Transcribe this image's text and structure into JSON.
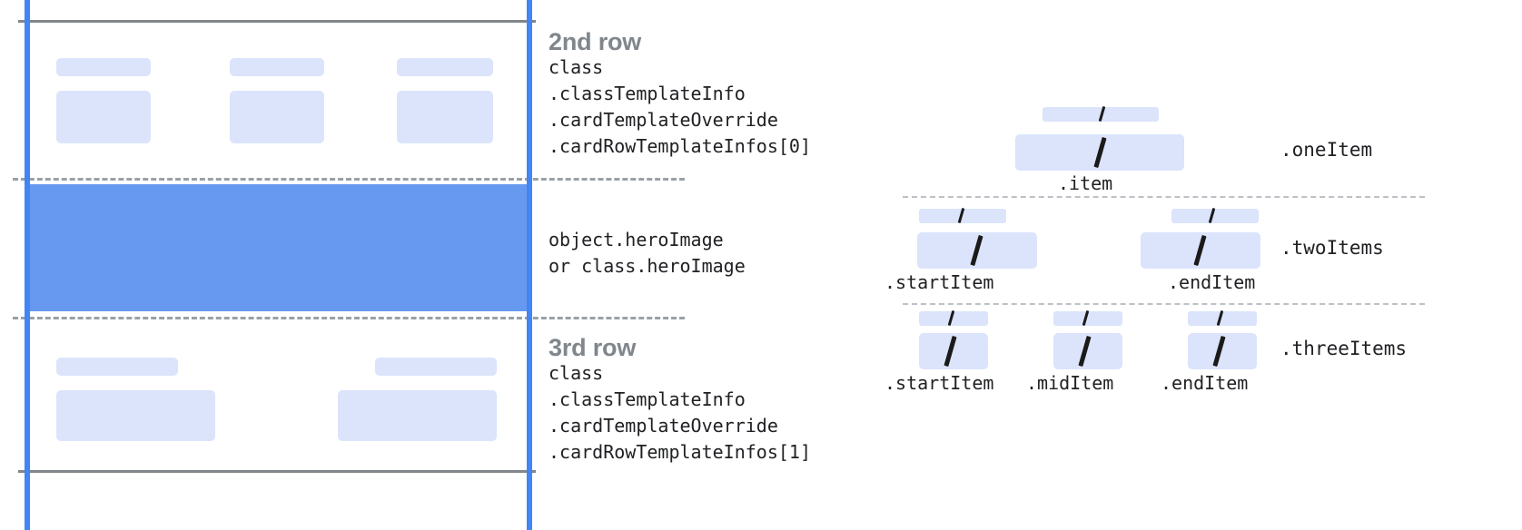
{
  "colors": {
    "guide_blue": "#4285f4",
    "hero_blue": "#6699ef",
    "placeholder_blue": "#dbe4fb",
    "rule_gray": "#80868b",
    "dash_gray": "#9aa0a6",
    "text_dark": "#202124"
  },
  "card": {
    "rows": [
      {
        "title": "2nd row",
        "code": "class\n.classTemplateInfo\n.cardTemplateOverride\n.cardRowTemplateInfos[0]"
      },
      {
        "title": "",
        "code": "object.heroImage\nor class.heroImage"
      },
      {
        "title": "3rd row",
        "code": "class\n.classTemplateInfo\n.cardTemplateOverride\n.cardRowTemplateInfos[1]"
      }
    ]
  },
  "items": {
    "groups": [
      {
        "name": ".oneItem",
        "slots": [
          ".item"
        ]
      },
      {
        "name": ".twoItems",
        "slots": [
          ".startItem",
          ".endItem"
        ]
      },
      {
        "name": ".threeItems",
        "slots": [
          ".startItem",
          ".midItem",
          ".endItem"
        ]
      }
    ]
  }
}
